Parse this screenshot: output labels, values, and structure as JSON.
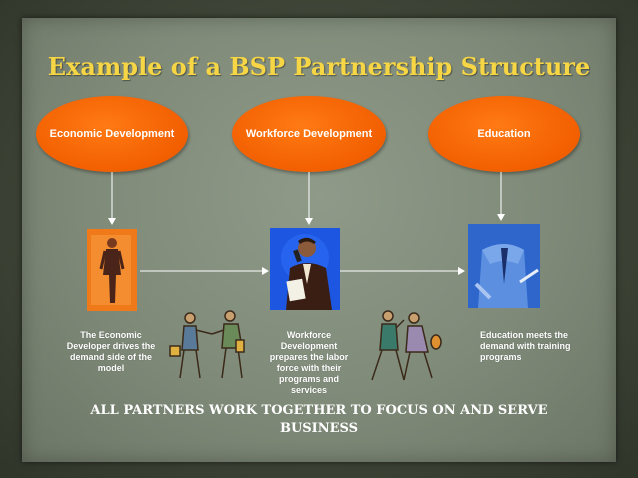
{
  "title": "Example of a BSP Partnership Structure",
  "ovals": [
    {
      "label": "Economic Development",
      "color": "#f25f00"
    },
    {
      "label": "Workforce Development",
      "color": "#f25f00"
    },
    {
      "label": "Education",
      "color": "#f25f00"
    }
  ],
  "captions": [
    "The Economic Developer drives the demand side of the model",
    "Workforce Development prepares the labor force with their programs and services",
    "Education  meets the demand with training programs"
  ],
  "footer": "ALL PARTNERS WORK TOGETHER TO FOCUS ON AND SERVE BUSINESS",
  "colors": {
    "title": "#f6d645",
    "oval": "#f25f00",
    "panel": "#8f9a89",
    "frame": "#3e4436"
  }
}
